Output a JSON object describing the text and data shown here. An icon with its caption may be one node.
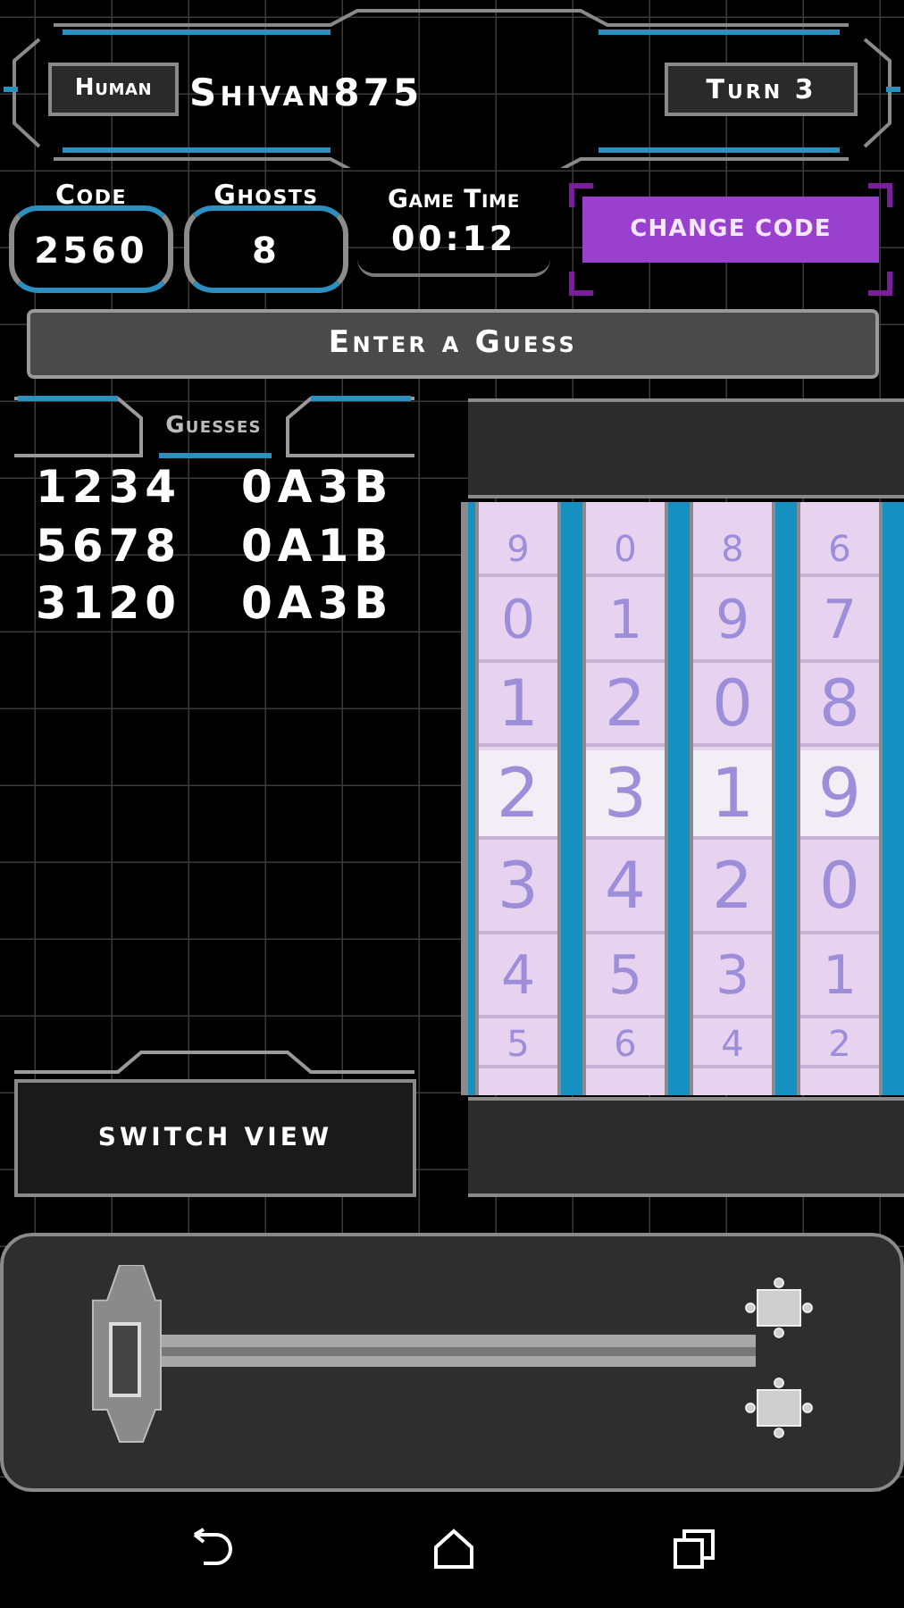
{
  "diagram": {
    "nodes": [
      {
        "text": [
          "Human"
        ]
      },
      {
        "text": [
          "Turn 3"
        ]
      },
      {
        "text": [
          "Code",
          "2560"
        ]
      },
      {
        "text": [
          "Ghosts",
          "8"
        ]
      },
      {
        "text": [
          "Game Time",
          "00:12"
        ]
      },
      {
        "text": [
          "CHANGE CODE"
        ]
      },
      {
        "text": [
          "Enter a Guess"
        ]
      },
      {
        "text": [
          "SWITCH VIEW"
        ]
      }
    ],
    "edges": [],
    "labels": [
      "Shivan875",
      "Guesses",
      "1234",
      "0A3B",
      "5678",
      "0A1B",
      "3120",
      "0A3B",
      "9",
      "0",
      "8",
      "6",
      "0",
      "1",
      "9",
      "7",
      "1",
      "2",
      "0",
      "8",
      "2",
      "3",
      "1",
      "9",
      "3",
      "4",
      "2",
      "0",
      "4",
      "5",
      "3",
      "1",
      "5",
      "6",
      "4",
      "2"
    ]
  }
}
